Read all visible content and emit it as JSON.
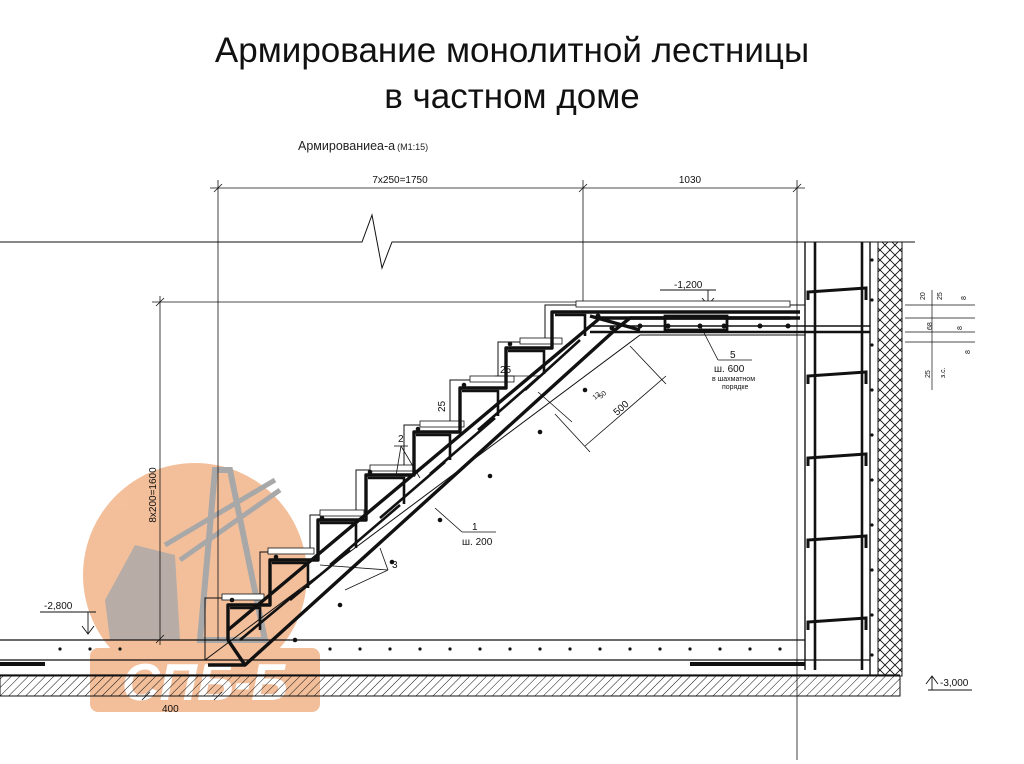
{
  "title": {
    "line1": "Армирование монолитной лестницы",
    "line2": "в частном доме"
  },
  "drawing": {
    "section_label": "Армированиеа-а",
    "scale": "(М1:15)",
    "dims": {
      "steps_run": "7x250=1750",
      "landing_length": "1030",
      "height": "8x200=1600",
      "bottom_step": "400",
      "tread_overhang": "25",
      "riser_25": "25",
      "bar_spacing": "500",
      "step_12": "12",
      "step_50": "50"
    },
    "levels": {
      "top": "-1,200",
      "bottom": "-2,800",
      "foundation": "-3,000"
    },
    "callouts": {
      "c1": "1",
      "c1_spacing": "ш. 200",
      "c2": "2",
      "c3": "3",
      "c5": "5",
      "c5_spacing": "ш. 600",
      "c5_note_line1": "в шахматном",
      "c5_note_line2": "порядке"
    },
    "right_dims": [
      "20",
      "25",
      "8",
      "68",
      "8",
      "8",
      "25",
      "з.с."
    ],
    "watermark": "СПБ-Б"
  },
  "colors": {
    "line": "#111111",
    "watermark_orange": "#f2b48a",
    "watermark_gray": "#9a9a9a"
  }
}
